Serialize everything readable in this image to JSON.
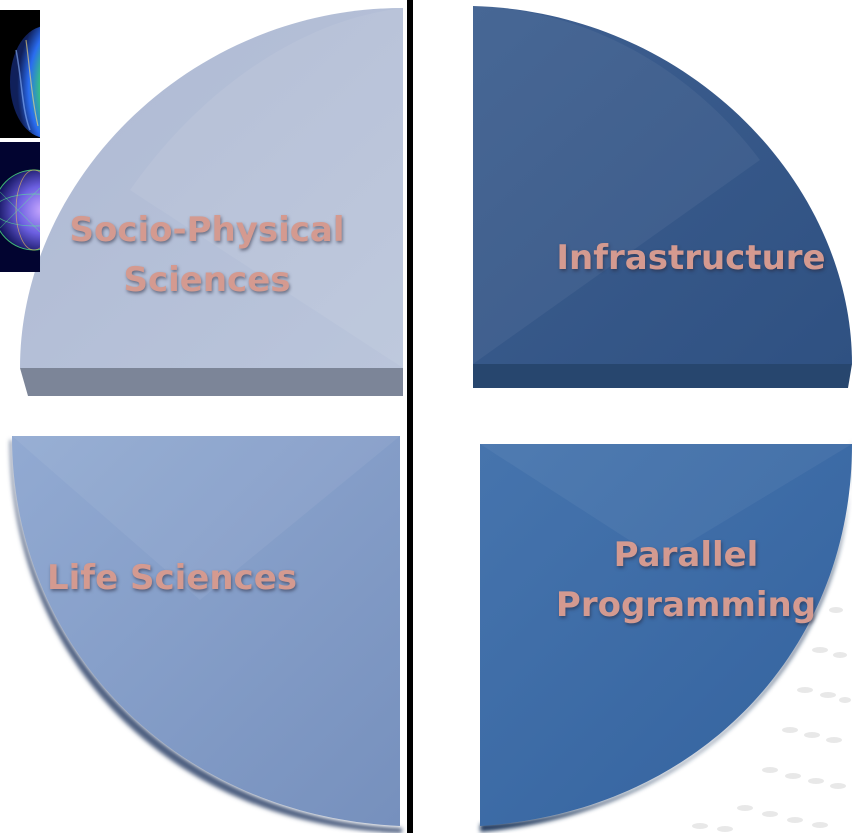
{
  "quadrants": {
    "top_left": {
      "label": "Socio-Physical\nSciences",
      "color": "#b3bed6"
    },
    "top_right": {
      "label": "Infrastructure",
      "color": "#36598a"
    },
    "bottom_left": {
      "label": "Life Sciences",
      "color": "#7e9ac6"
    },
    "bottom_right": {
      "label": "Parallel\nProgramming",
      "color": "#3b6aa6"
    }
  },
  "label_color": "#d49a90",
  "divider_color": "#000000",
  "thumbnails": [
    "heatmap-brain-image",
    "mesh-sphere-image"
  ]
}
